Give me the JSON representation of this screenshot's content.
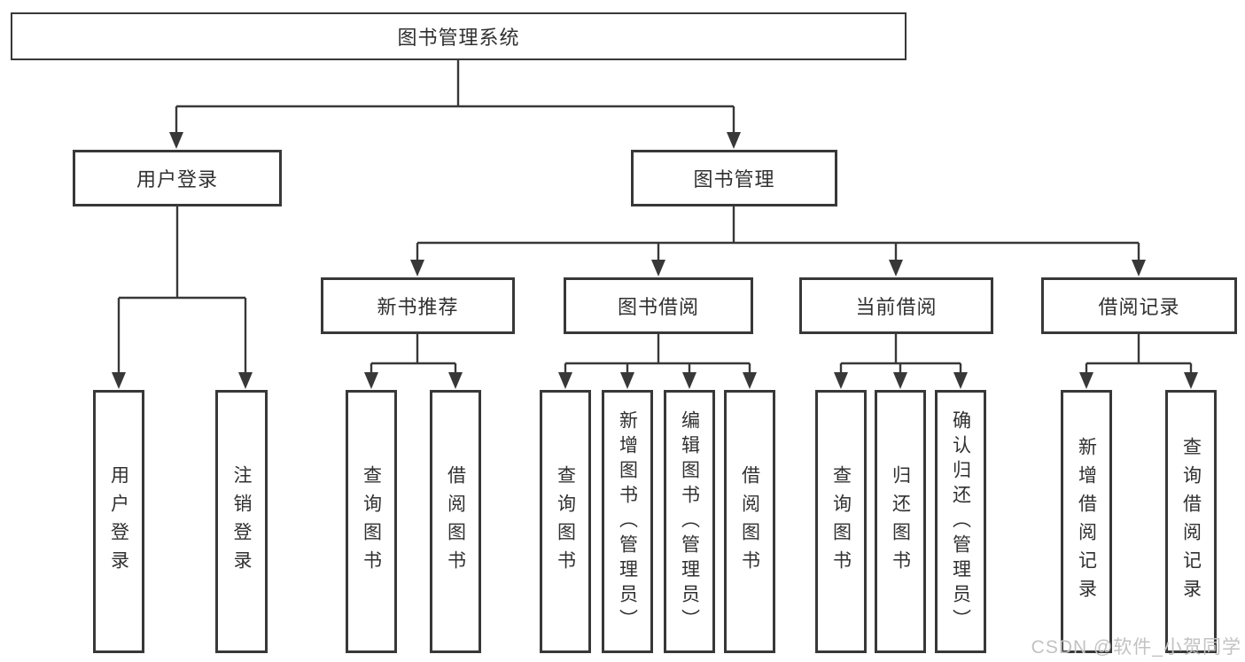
{
  "nodes": {
    "root": {
      "label": "图书管理系统"
    },
    "user_login": {
      "label": "用户登录"
    },
    "book_mgmt": {
      "label": "图书管理"
    },
    "login_op": {
      "label": "用户登录"
    },
    "logout_op": {
      "label": "注销登录"
    },
    "new_book_rec": {
      "label": "新书推荐"
    },
    "book_borrow": {
      "label": "图书借阅"
    },
    "current_borrow": {
      "label": "当前借阅"
    },
    "borrow_records": {
      "label": "借阅记录"
    },
    "nb_query": {
      "label": "查询图书"
    },
    "nb_borrow": {
      "label": "借阅图书"
    },
    "bb_query": {
      "label": "查询图书"
    },
    "bb_add": {
      "label": "新增图书（管理员）"
    },
    "bb_edit": {
      "label": "编辑图书（管理员）"
    },
    "bb_borrow": {
      "label": "借阅图书"
    },
    "cb_query": {
      "label": "查询图书"
    },
    "cb_return": {
      "label": "归还图书"
    },
    "cb_confirm": {
      "label": "确认归还（管理员）"
    },
    "br_add": {
      "label": "新增借阅记录"
    },
    "br_query": {
      "label": "查询借阅记录"
    }
  },
  "edges": [
    [
      "root",
      "user_login"
    ],
    [
      "root",
      "book_mgmt"
    ],
    [
      "user_login",
      "login_op"
    ],
    [
      "user_login",
      "logout_op"
    ],
    [
      "book_mgmt",
      "new_book_rec"
    ],
    [
      "book_mgmt",
      "book_borrow"
    ],
    [
      "book_mgmt",
      "current_borrow"
    ],
    [
      "book_mgmt",
      "borrow_records"
    ],
    [
      "new_book_rec",
      "nb_query"
    ],
    [
      "new_book_rec",
      "nb_borrow"
    ],
    [
      "book_borrow",
      "bb_query"
    ],
    [
      "book_borrow",
      "bb_add"
    ],
    [
      "book_borrow",
      "bb_edit"
    ],
    [
      "book_borrow",
      "bb_borrow"
    ],
    [
      "current_borrow",
      "cb_query"
    ],
    [
      "current_borrow",
      "cb_return"
    ],
    [
      "current_borrow",
      "cb_confirm"
    ],
    [
      "borrow_records",
      "br_add"
    ],
    [
      "borrow_records",
      "br_query"
    ]
  ],
  "watermark": {
    "text": "CSDN @软件_小贺同学",
    "color": "#c2c2c2"
  },
  "colors": {
    "line": "#383838",
    "border": "#383838",
    "text": "#303030",
    "background": "#ffffff"
  }
}
